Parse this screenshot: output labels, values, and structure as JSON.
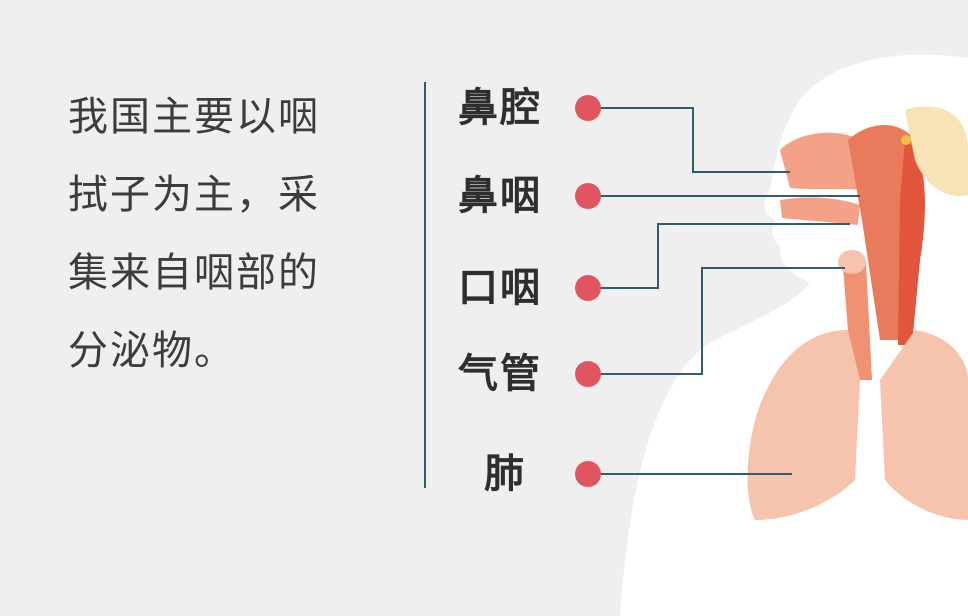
{
  "paragraph": {
    "lines": [
      "我国主要以咽",
      "拭子为主，采",
      "集来自咽部的",
      "分泌物。"
    ]
  },
  "labels": [
    {
      "id": "nasal-cavity",
      "text": "鼻腔"
    },
    {
      "id": "nasopharynx",
      "text": "鼻咽"
    },
    {
      "id": "oropharynx",
      "text": "口咽"
    },
    {
      "id": "trachea",
      "text": "气管"
    },
    {
      "id": "lung",
      "text": "肺"
    }
  ],
  "colors": {
    "background": "#efefef",
    "dot": "#e05560",
    "line": "#2f5e73",
    "body": "#ffffff",
    "tissue": "#f2a58a",
    "lung": "#f6c4ad"
  }
}
